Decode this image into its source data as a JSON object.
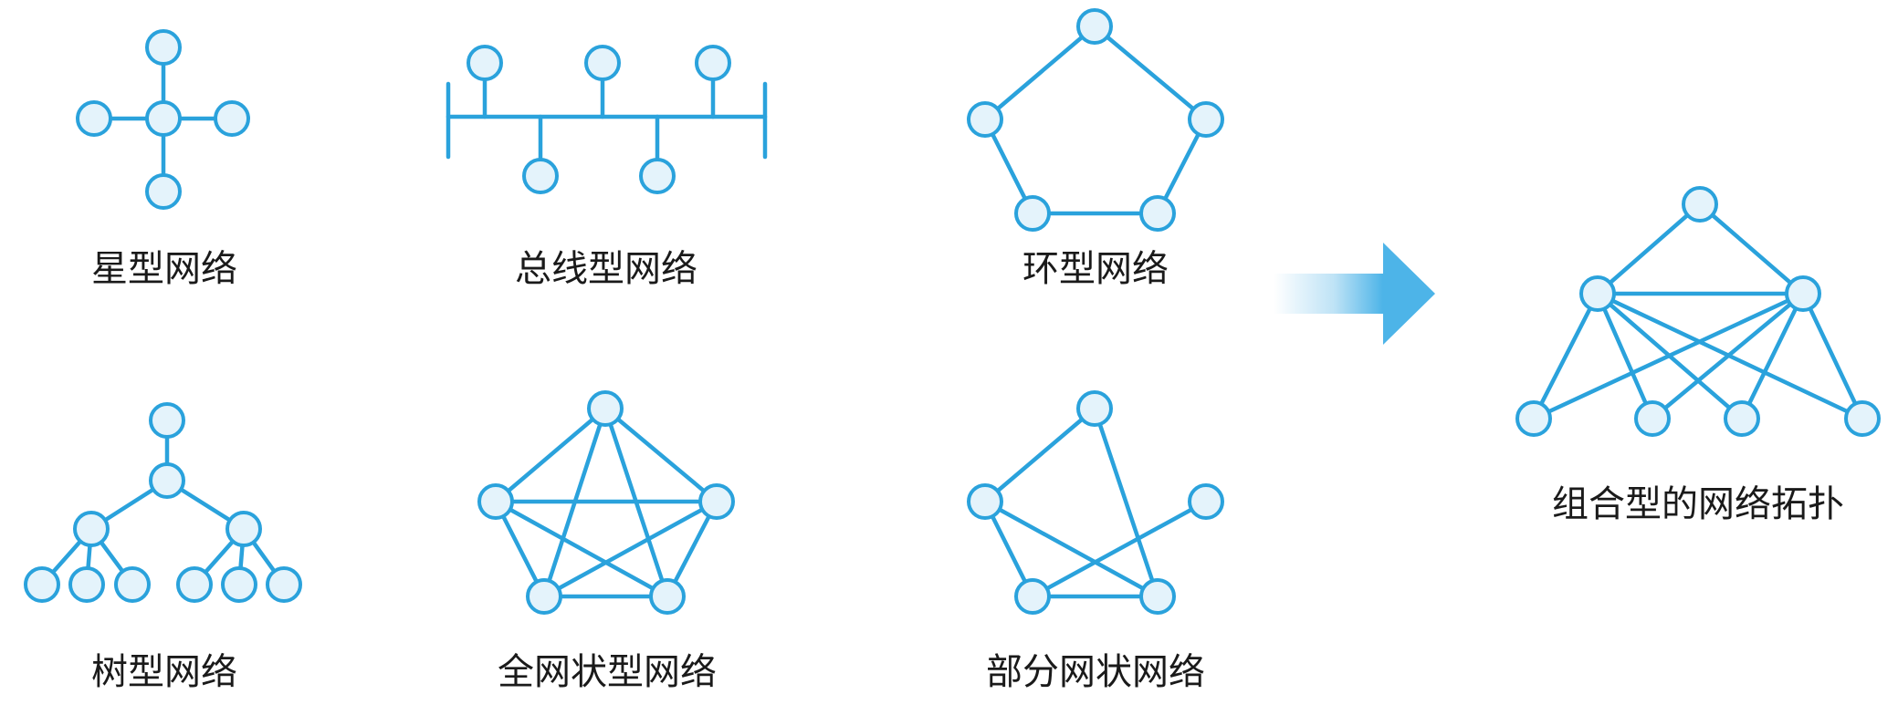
{
  "diagrams": {
    "star": {
      "label": "星型网络"
    },
    "bus": {
      "label": "总线型网络"
    },
    "ring": {
      "label": "环型网络"
    },
    "tree": {
      "label": "树型网络"
    },
    "full_mesh": {
      "label": "全网状型网络"
    },
    "partial_mesh": {
      "label": "部分网状网络"
    },
    "hybrid": {
      "label": "组合型的网络拓扑"
    }
  },
  "colors": {
    "line": "#2aa2dc",
    "node_fill": "#e4f3fb",
    "label": "#1a1a1a",
    "arrow": "#4db4e8"
  },
  "arrow": {
    "direction": "right"
  }
}
